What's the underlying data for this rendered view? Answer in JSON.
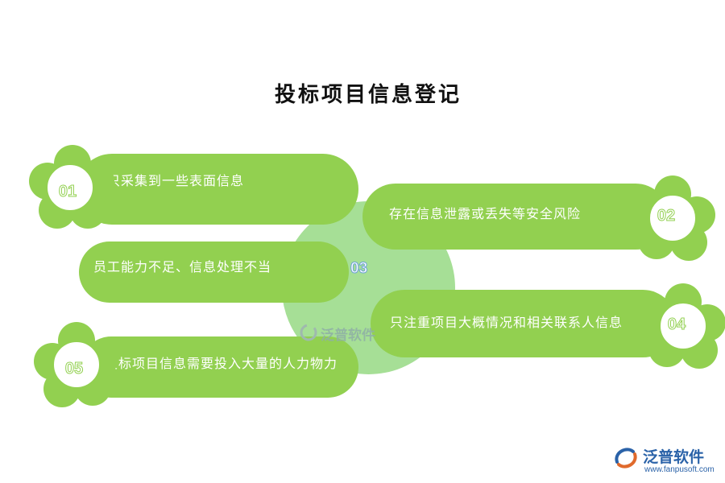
{
  "title": "投标项目信息登记",
  "center_number": "03",
  "items": [
    {
      "number": "01",
      "text": "只采集到一些表面信息"
    },
    {
      "number": "02",
      "text": "存在信息泄露或丢失等安全风险"
    },
    {
      "number": "03",
      "text": "员工能力不足、信息处理不当"
    },
    {
      "number": "04",
      "text": "只注重项目大概情况和相关联系人信息"
    },
    {
      "number": "05",
      "text": "投标项目信息需要投入大量的人力物力"
    }
  ],
  "watermark": "泛普软件",
  "logo": {
    "name": "泛普软件",
    "url": "www.fanpusoft.com"
  },
  "colors": {
    "accent": "#92d050",
    "center": "#a6df96",
    "number_outline": "#6aa0d8",
    "logo": "#2a62a8"
  }
}
